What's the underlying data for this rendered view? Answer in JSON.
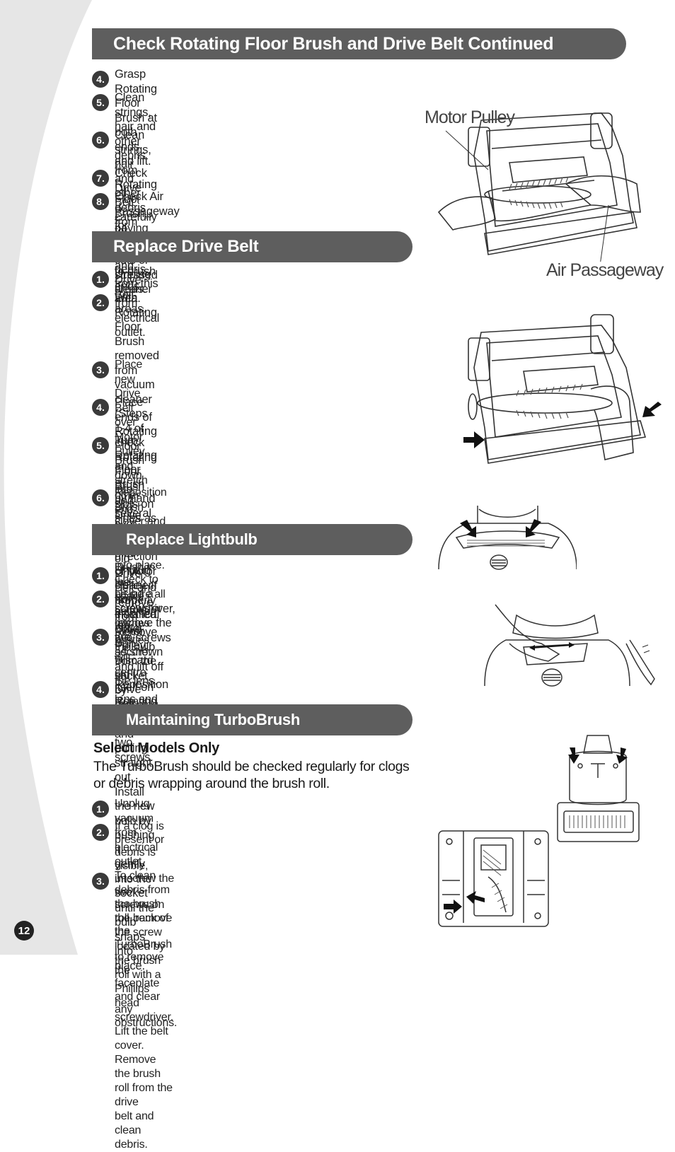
{
  "sections": {
    "check": {
      "title": "Check Rotating Floor Brush and Drive Belt Continued",
      "steps": [
        {
          "num": "4.",
          "text": "Grasp Rotating Floor Brush at both ends and lift."
        },
        {
          "num": "5.",
          "text": "Clean strings, hair and other debris from Rotating Floor\nBrush, paying particular attention to brush ends."
        },
        {
          "num": "6.",
          "text": "Clean strings, hair and other debris from Motor Pulley and\nDrive Belt areas."
        },
        {
          "num": "7.",
          "text": "Check Drive Belt carefully for wear, cuts or stressed areas."
        },
        {
          "num": "8.",
          "text": "Check Air Passageway for obstructions. Remove debris\nfrom this area."
        }
      ]
    },
    "belt": {
      "title": "Replace Drive Belt",
      "steps": [
        {
          "num": "1.",
          "text": "Unplug cleaner from electrical outlet."
        },
        {
          "num": "2.",
          "text": "With Rotating Floor Brush removed from vacuum cleaner\n(Steps 1-4 of check Rotating Floor Brush and Drive Belt),\ngrasp old Drive Belt and remove from Motor Pulley.\nDiscard old Drive Belt."
        },
        {
          "num": "3.",
          "text": "Place new Drive Belt over Motor Pulley and stretch other end\nover Rotating Floor Brush in the space between the bristles."
        },
        {
          "num": "4.",
          "text": "Place ends of Rotating Floor Brush down into slots on\nsides as shown."
        },
        {
          "num": "5.",
          "text": "Turn Rotating Floor Brush by hand several times in the\ndirection of Motor Pulley. If properly installed, Drive Belt\nwill centre itself on Rotating Brush crown."
        },
        {
          "num": "6.",
          "text": "Reposition Brush Cover and screw or snap back into place.\nCheck to be sure all screws or latches are secure."
        }
      ]
    },
    "bulb": {
      "title": "Replace Lightbulb",
      "steps": [
        {
          "num": "1.",
          "text": "Unplug cleaner from electrical outlet."
        },
        {
          "num": "2.",
          "text": "Using a screwdriver, remove the two screws as shown\nand lift off the lens."
        },
        {
          "num": "3.",
          "text": "Remove the bulb from the socket by grasping bulb and\npulling straight out. Install the new bulb by pushing it\ngently into the socket until the bulb snaps into place."
        },
        {
          "num": "4.",
          "text": "Reposition lens and secure with the two screws."
        }
      ]
    },
    "turbo": {
      "title": "Maintaining TurboBrush",
      "subheading": "Select Models Only",
      "intro": "The TurboBrush should be checked regularly for clogs\nor debris wrapping around the brush roll.",
      "steps": [
        {
          "num": "1.",
          "text": "Unplug vacuum from electrical outlet."
        },
        {
          "num": "2.",
          "text": "If a clog is present or debris is visible, unscrew the two\nscrews on the back of the TurboBrush to remove the\nfaceplate and clear any obstructions."
        },
        {
          "num": "3.",
          "text": "To clean debris from the brush roll, remove the screw\nlocated by the brush roll with a Phillips head screwdriver.\nLift the belt cover. Remove the brush roll from the drive\nbelt and clean debris."
        }
      ]
    }
  },
  "labels": {
    "motor_pulley": "Motor Pulley",
    "air_passageway": "Air Passageway"
  },
  "page_number": "12",
  "colors": {
    "header_bg": "#5e5e5e",
    "badge_bg": "#3a3a3a",
    "page_curve": "#e6e6e6"
  }
}
